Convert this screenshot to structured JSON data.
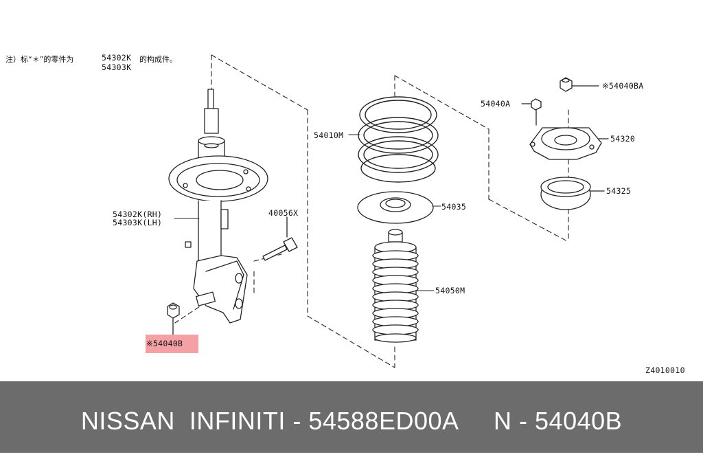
{
  "note": {
    "prefix": "注）标“＊”的零件为",
    "part_a": "54302K",
    "part_b": "54303K",
    "suffix": "的构成件。"
  },
  "callouts": {
    "strut": [
      "54302K(RH)",
      "54303K(LH)"
    ],
    "bolt": "40056X",
    "nut": "※54040B",
    "spring": "54010M",
    "seat": "54035",
    "boot": "54050M",
    "mount_nut_a": "54040A",
    "mount_nut_ba": "※54040BA",
    "mount": "54320",
    "bearing": "54325"
  },
  "figure_code": "Z4010010",
  "highlight_color": "#f4a0a4",
  "banner": {
    "text": "NISSAN  INFINITI - 54588ED00A     N - 54040B",
    "bg_color": "#6c6c6c"
  }
}
